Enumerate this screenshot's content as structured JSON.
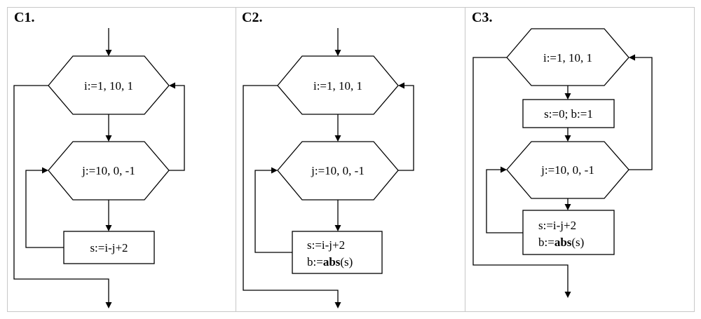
{
  "panels": [
    {
      "title": "C1.",
      "loop_outer": "i:=1, 10, 1",
      "loop_inner": "j:=10, 0, -1",
      "body_line1": "s:=i-j+2"
    },
    {
      "title": "C2.",
      "loop_outer": "i:=1, 10, 1",
      "loop_inner": "j:=10, 0, -1",
      "body_line1": "s:=i-j+2",
      "body_line2_prefix": "b:=",
      "body_line2_func": "abs",
      "body_line2_arg": "(s)"
    },
    {
      "title": "C3.",
      "loop_outer": "i:=1, 10, 1",
      "init": "s:=0; b:=1",
      "loop_inner": "j:=10, 0, -1",
      "body_line1": "s:=i-j+2",
      "body_line2_prefix": "b:=",
      "body_line2_func": "abs",
      "body_line2_arg": "(s)"
    }
  ]
}
